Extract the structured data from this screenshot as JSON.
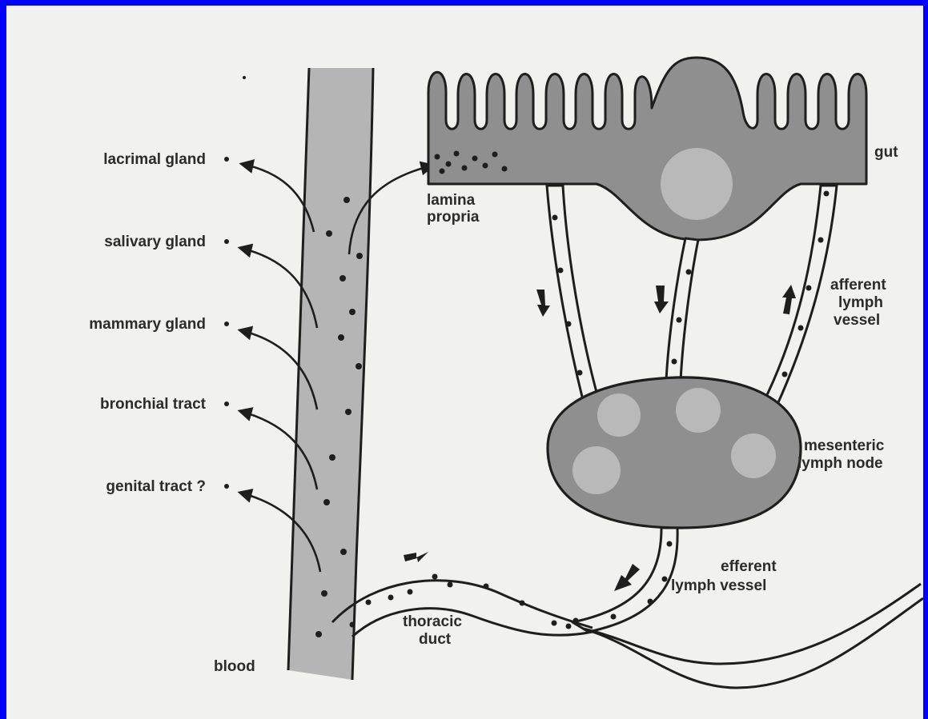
{
  "labels": {
    "lacrimal": "lacrimal gland",
    "salivary": "salivary gland",
    "mammary": "mammary gland",
    "bronchial": "bronchial tract",
    "genital": "genital tract ?",
    "blood": "blood",
    "lamina_line1": "lamina",
    "lamina_line2": "propria",
    "gut": "gut",
    "afferent_line1": "afferent",
    "afferent_line2": "lymph",
    "afferent_line3": "vessel",
    "mesenteric_line1": "mesenteric",
    "mesenteric_line2": "lymph node",
    "efferent_line1": "efferent",
    "efferent_line2": "lymph vessel",
    "thoracic_line1": "thoracic",
    "thoracic_line2": "duct"
  },
  "colors": {
    "background": "#f1f1ef",
    "border": "#0000ff",
    "tissue_gray": "#8f8f8f",
    "vessel_gray": "#b5b5b5",
    "follicle": "#b9b9b9",
    "ink": "#1e1e1e"
  }
}
